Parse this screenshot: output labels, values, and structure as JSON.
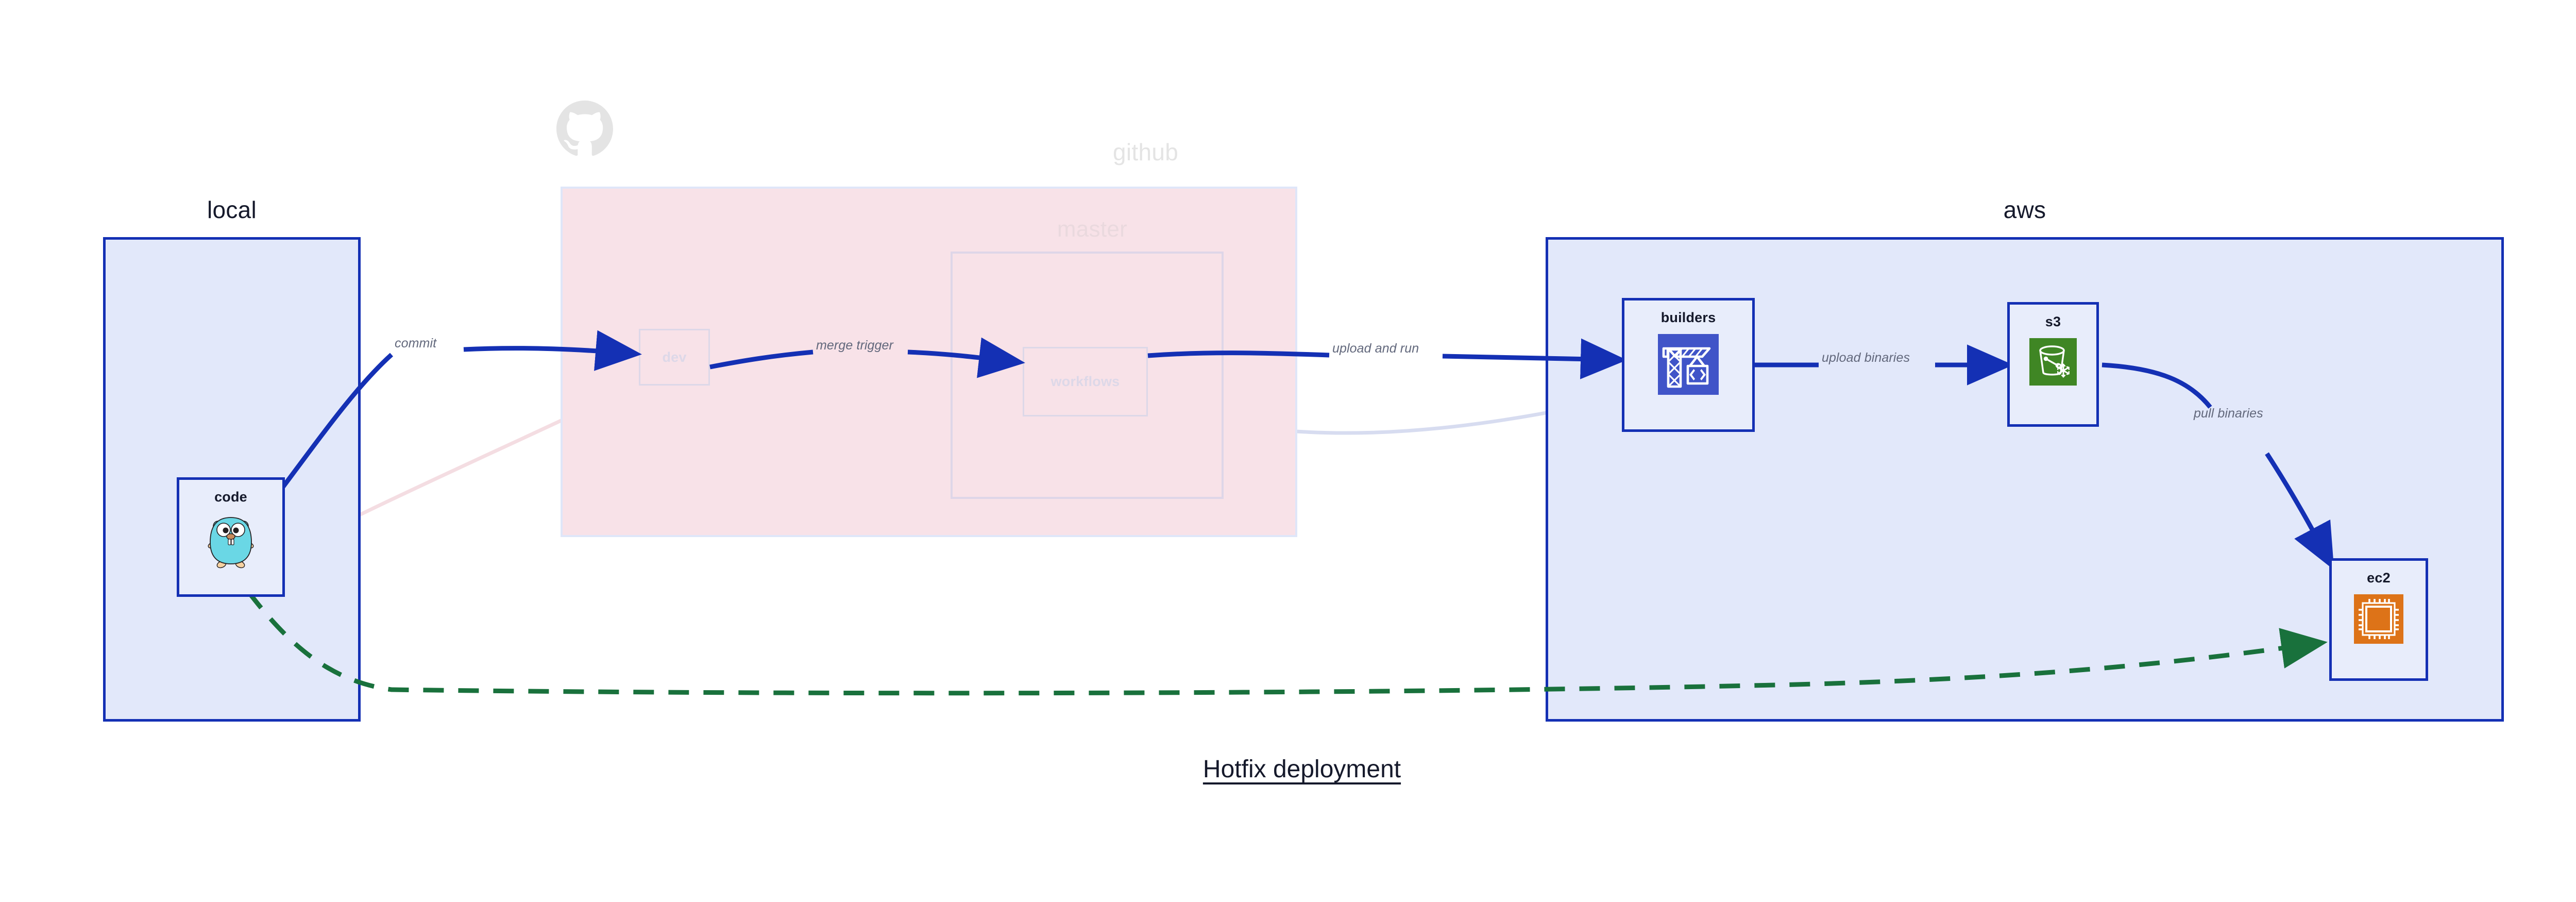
{
  "title": "Hotfix deployment",
  "colors": {
    "group_border": "#1430b4",
    "group_fill": "#e2e8fa",
    "github_fill": "#f8e2e8",
    "edge_blue": "#1430b4",
    "edge_green": "#19713c",
    "edge_label": "#62687c",
    "codebuild_bg": "#4054c8",
    "s3_bg": "#3f8624",
    "ec2_bg": "#dd7318",
    "gopher_body": "#6ad7e5"
  },
  "regions": {
    "local": {
      "label": "local"
    },
    "github": {
      "label": "github",
      "logo": "github-octocat-logo"
    },
    "master": {
      "label": "master"
    },
    "aws": {
      "label": "aws"
    }
  },
  "nodes": {
    "code": {
      "label": "code",
      "icon": "golang-gopher-icon"
    },
    "dev": {
      "label": "dev"
    },
    "workflows": {
      "label": "workflows"
    },
    "builders": {
      "label": "builders",
      "icon": "aws-codebuild-icon"
    },
    "s3": {
      "label": "s3",
      "icon": "aws-s3-glacier-icon"
    },
    "ec2": {
      "label": "ec2",
      "icon": "aws-ec2-icon"
    }
  },
  "edges": [
    {
      "id": "commit",
      "label": "commit",
      "from": "code",
      "to": "dev",
      "style": "solid-blue"
    },
    {
      "id": "merge-trigger",
      "label": "merge trigger",
      "from": "dev",
      "to": "workflows",
      "style": "solid-blue"
    },
    {
      "id": "upload-and-run",
      "label": "upload and run",
      "from": "workflows",
      "to": "builders",
      "style": "solid-blue"
    },
    {
      "id": "upload-binaries",
      "label": "upload binaries",
      "from": "builders",
      "to": "s3",
      "style": "solid-blue"
    },
    {
      "id": "pull-binaries",
      "label": "pull binaries",
      "from": "s3",
      "to": "ec2",
      "style": "solid-blue"
    },
    {
      "id": "hotfix-direct",
      "label": "",
      "from": "code",
      "to": "ec2",
      "style": "dashed-green"
    }
  ]
}
